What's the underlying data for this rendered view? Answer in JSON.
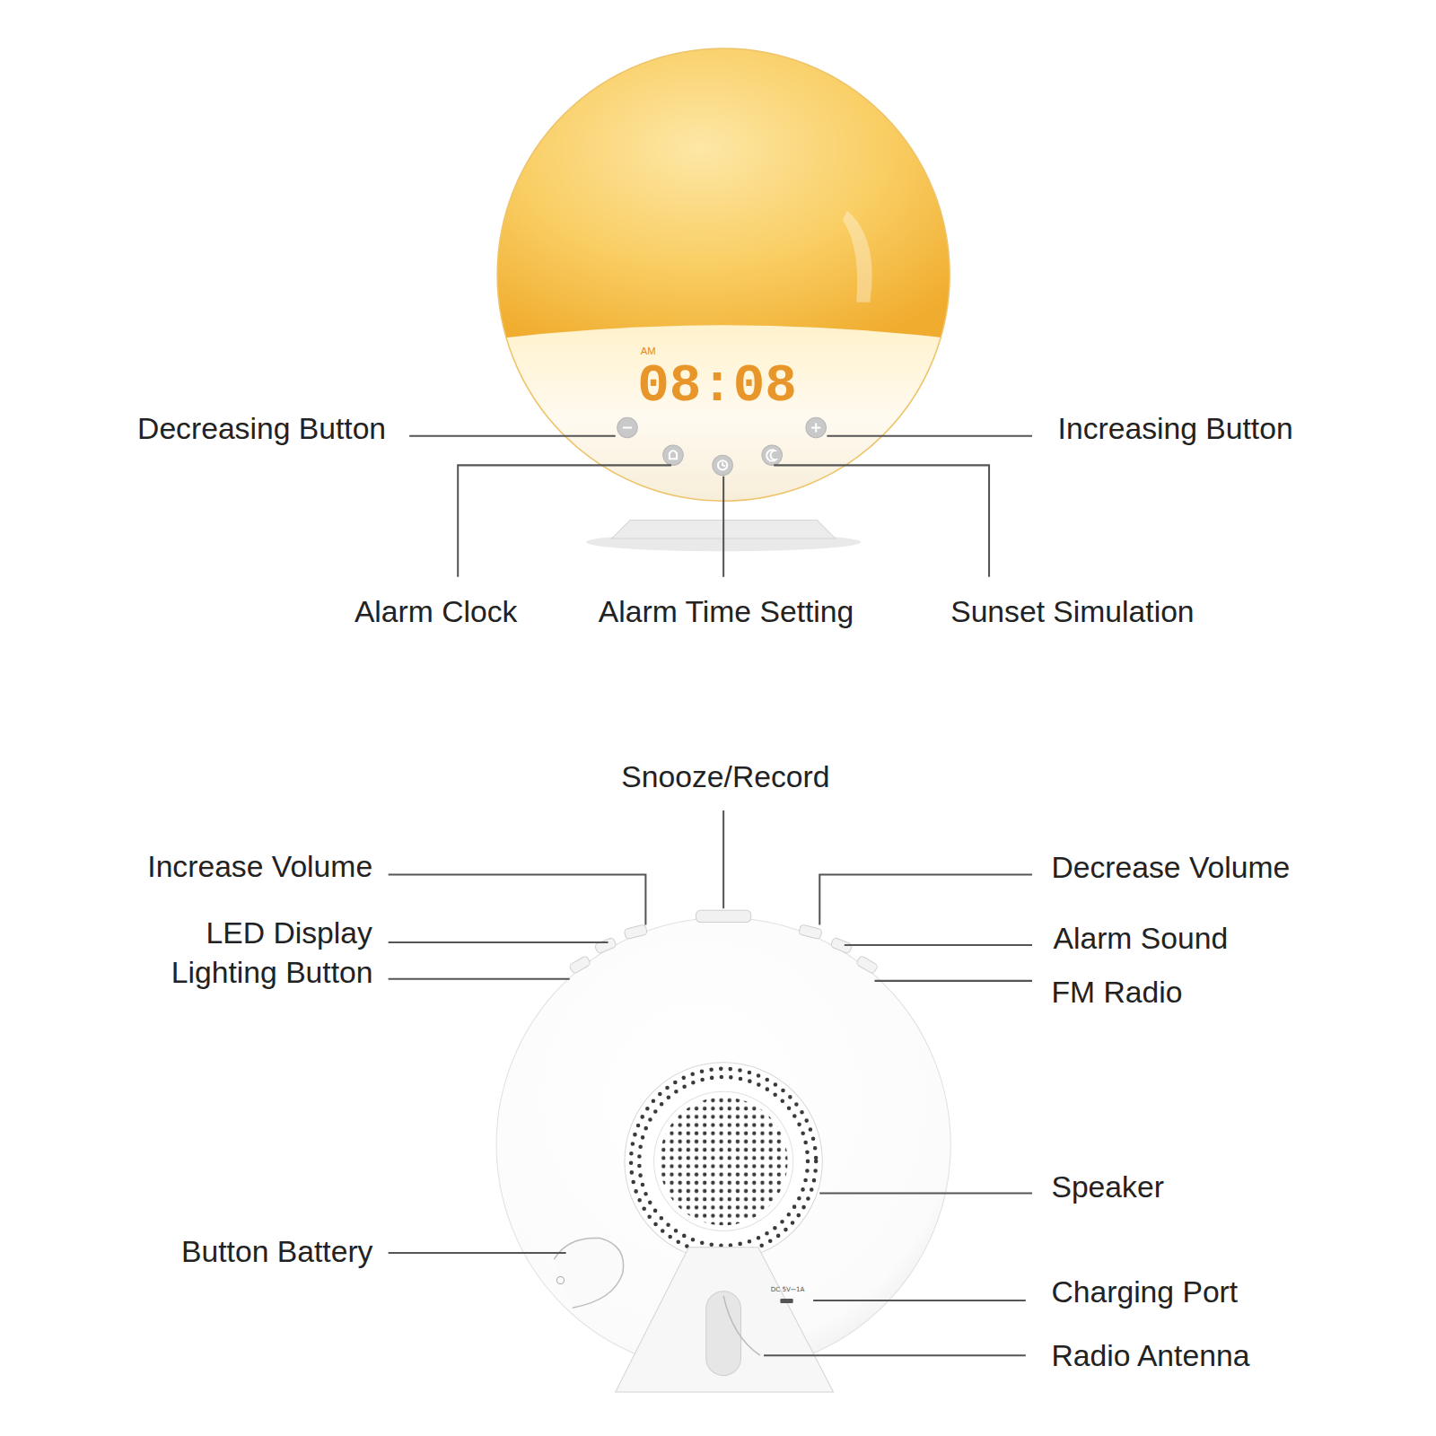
{
  "diagram": {
    "labels": [
      "AM",
      "08:08",
      "Decreasing Button",
      "Increasing Button",
      "Alarm Clock",
      "Alarm Time Setting",
      "Sunset Simulation",
      "Snooze/Record",
      "Increase Volume",
      "Decrease Volume",
      "LED Display",
      "Alarm Sound",
      "Lighting Button",
      "FM Radio",
      "Speaker",
      "Button Battery",
      "Charging Port",
      "DC 5V⎓1A",
      "Radio Antenna"
    ]
  }
}
